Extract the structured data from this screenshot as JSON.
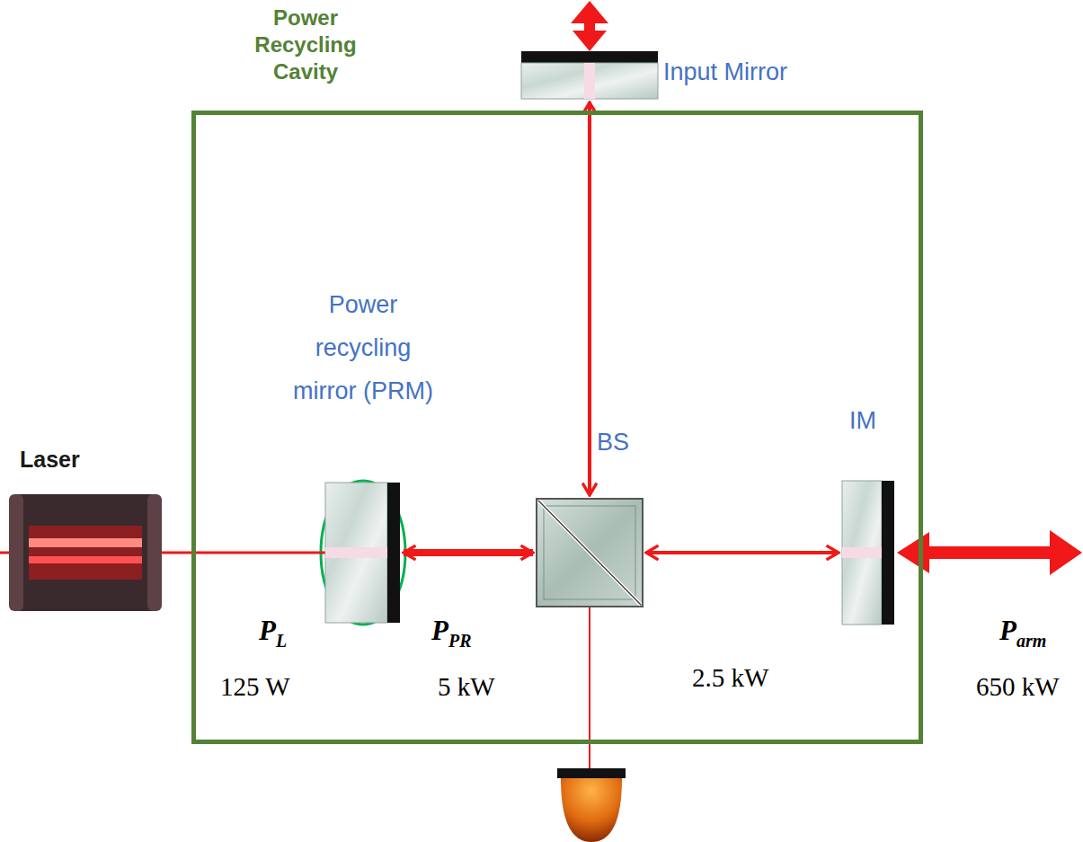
{
  "diagram": {
    "nodes": [
      {
        "text": [
          "Power Recycling Cavity"
        ]
      },
      {
        "text": [
          "Laser"
        ]
      },
      {
        "text": [
          "Power recycling mirror (PRM)"
        ],
        "in": 0
      },
      {
        "text": [
          "Input Mirror"
        ],
        "in": 0
      },
      {
        "text": [
          "BS"
        ],
        "in": 0
      },
      {
        "text": [
          "IM"
        ],
        "in": 0
      }
    ],
    "edges": [
      {
        "from": 1,
        "to": 2,
        "arrow": "none"
      },
      {
        "from": 2,
        "to": 4,
        "arrow": "both"
      },
      {
        "from": 4,
        "to": 3,
        "arrow": "both"
      },
      {
        "from": 4,
        "to": 5,
        "arrow": "both"
      }
    ],
    "labels": [
      "PL",
      "125 W",
      "PPR",
      "5 kW",
      "2.5 kW",
      "Parm",
      "650 kW"
    ]
  }
}
